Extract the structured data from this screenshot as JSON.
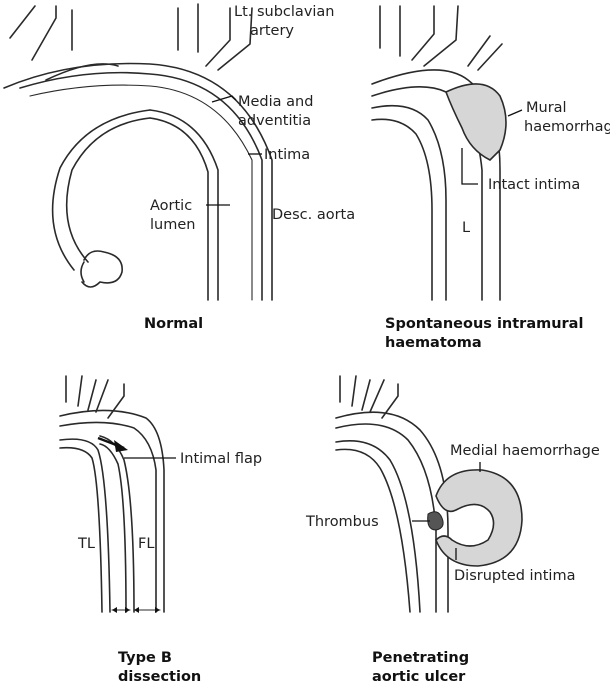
{
  "panels": {
    "normal": {
      "caption": "Normal",
      "labels": {
        "subclavian_1": "Lt. subclavian",
        "subclavian_2": "artery",
        "media_1": "Media and",
        "media_2": "adventitia",
        "intima": "Intima",
        "lumen_1": "Aortic",
        "lumen_2": "lumen",
        "desc": "Desc. aorta"
      }
    },
    "imh": {
      "caption_1": "Spontaneous intramural",
      "caption_2": "haematoma",
      "labels": {
        "mural_1": "Mural",
        "mural_2": "haemorrhage",
        "intact": "Intact intima",
        "lumen": "L"
      }
    },
    "dissection": {
      "caption_1": "Type B",
      "caption_2": "dissection",
      "labels": {
        "flap": "Intimal flap",
        "tl": "TL",
        "fl": "FL"
      }
    },
    "ulcer": {
      "caption_1": "Penetrating",
      "caption_2": "aortic ulcer",
      "labels": {
        "medial": "Medial haemorrhage",
        "thrombus": "Thrombus",
        "disrupted": "Disrupted intima"
      }
    }
  },
  "colors": {
    "line": "#2a2a2a",
    "haemorrhage_fill": "#d6d6d6",
    "thrombus": "#555555"
  }
}
